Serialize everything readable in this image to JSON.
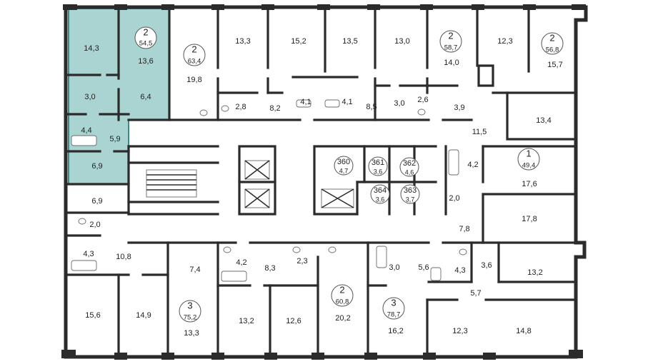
{
  "colors": {
    "highlight": "#a9d4d1",
    "highlight_border": "#3e8a85",
    "wall": "#2b2b2b"
  },
  "apartments": [
    {
      "number": "2",
      "area": "54,5"
    },
    {
      "number": "2",
      "area": "63,4"
    },
    {
      "number": "2",
      "area": "58,7"
    },
    {
      "number": "2",
      "area": "56,8"
    },
    {
      "number": "1",
      "area": "49,4"
    },
    {
      "number": "2",
      "area": "60,8"
    },
    {
      "number": "3",
      "area": "75,2"
    },
    {
      "number": "3",
      "area": "78,7"
    }
  ],
  "units": [
    {
      "number": "360",
      "area": "4,7"
    },
    {
      "number": "361",
      "area": "3,6"
    },
    {
      "number": "362",
      "area": "4,6"
    },
    {
      "number": "364",
      "area": "3,6"
    },
    {
      "number": "363",
      "area": "3,7"
    }
  ],
  "rooms": [
    "14,3",
    "13,6",
    "3,0",
    "6,4",
    "4,4",
    "5,9",
    "6,9",
    "19,8",
    "13,3",
    "2,8",
    "15,2",
    "8,2",
    "4,1",
    "13,5",
    "4,1",
    "8,5",
    "13,0",
    "3,0",
    "2,6",
    "14,0",
    "12,3",
    "3,9",
    "15,7",
    "13,4",
    "11,5",
    "6,9",
    "2,0",
    "4,3",
    "10,8",
    "4,2",
    "17,6",
    "2,0",
    "17,8",
    "7,8",
    "7,4",
    "4,2",
    "8,3",
    "2,3",
    "3,0",
    "5,6",
    "4,3",
    "3,6",
    "13,2",
    "5,7",
    "15,6",
    "14,9",
    "13,3",
    "13,2",
    "12,6",
    "20,2",
    "16,2",
    "12,3",
    "14,8"
  ]
}
